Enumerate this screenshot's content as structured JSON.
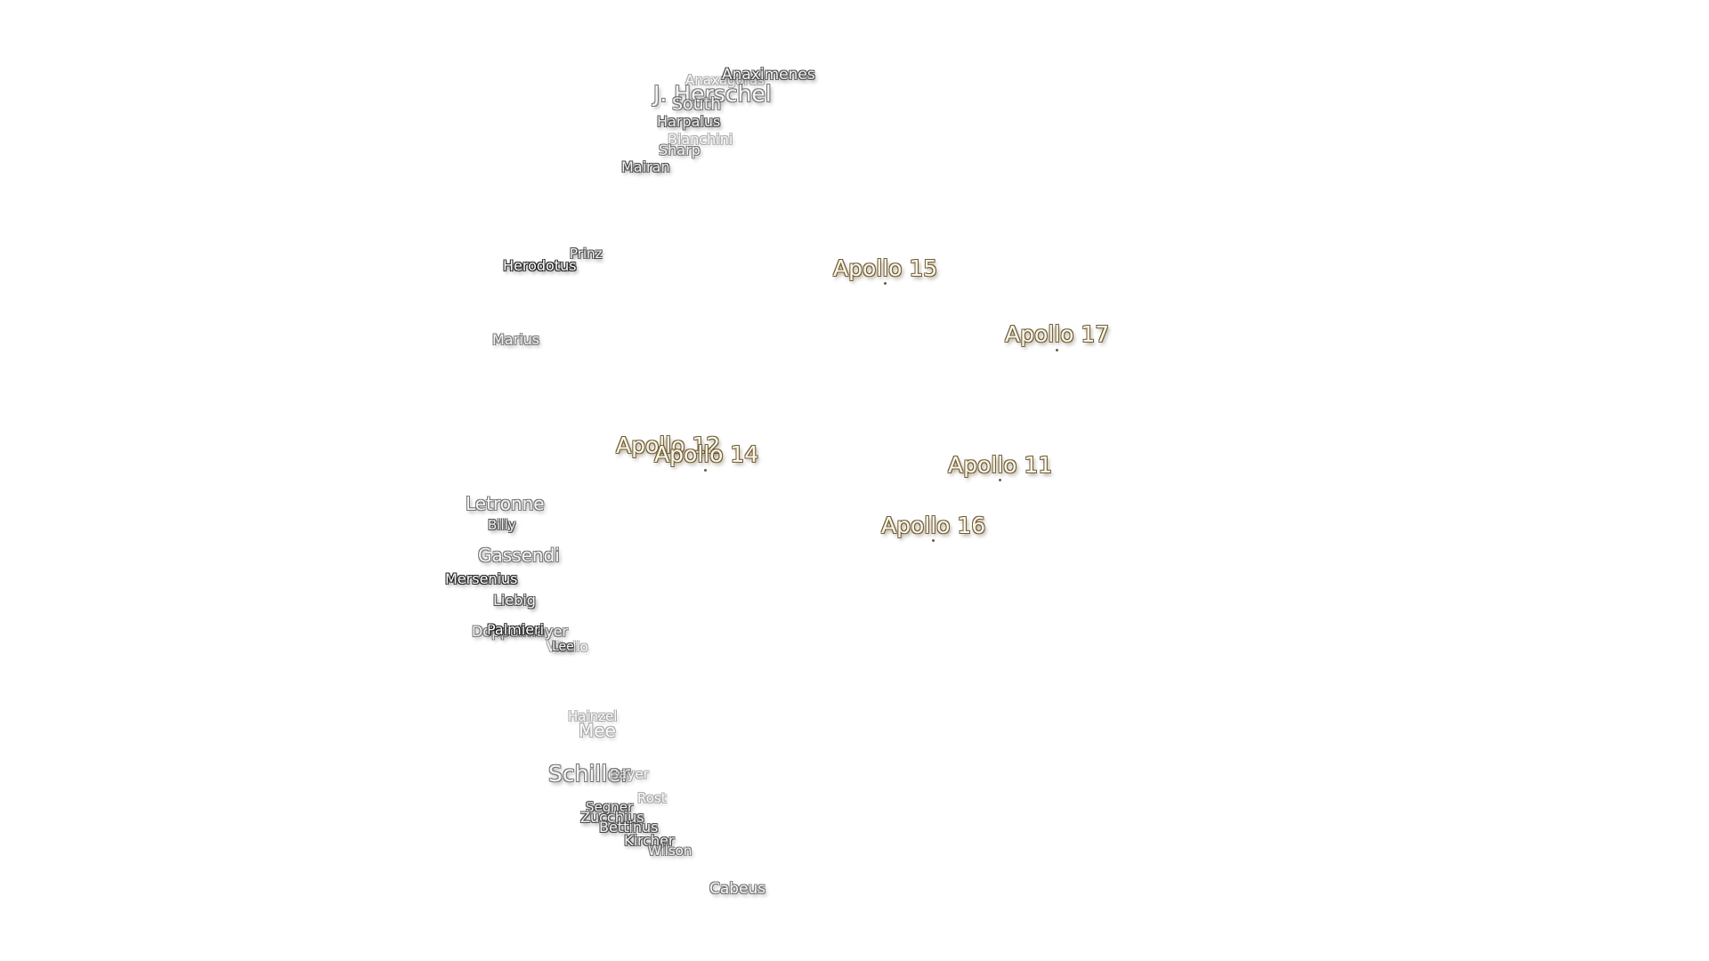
{
  "map": {
    "colors": {
      "background": "#ffffff",
      "crater_label": "#f2f2f2",
      "crater_outline": "#4a4a4a",
      "apollo_label": "#fff7e3",
      "apollo_outline": "#6e5e3e"
    },
    "apollo_sites": [
      {
        "key": "apollo15",
        "label": "Apollo 15"
      },
      {
        "key": "apollo17",
        "label": "Apollo 17"
      },
      {
        "key": "apollo12",
        "label": "Apollo 12"
      },
      {
        "key": "apollo14",
        "label": "Apollo 14"
      },
      {
        "key": "apollo11",
        "label": "Apollo 11"
      },
      {
        "key": "apollo16",
        "label": "Apollo 16"
      }
    ],
    "craters": {
      "anaximenes": "Anaximenes",
      "anaxagoras": "Anaxagoras",
      "j_herschel": "J. Herschel",
      "south": "South",
      "harpalus": "Harpalus",
      "bianchini": "Bianchini",
      "sharp": "Sharp",
      "mairan": "Mairan",
      "prinz": "Prinz",
      "herodotus": "Herodotus",
      "marius": "Marius",
      "letronne": "Letronne",
      "billy": "Billy",
      "gassendi": "Gassendi",
      "mersenius": "Mersenius",
      "liebig": "Liebig",
      "doppelmayer": "Doppelmayer",
      "palmieri": "Palmieri",
      "vitello": "Vitello",
      "lee": "Lee",
      "hainzel": "Hainzel",
      "mee": "Mee",
      "schiller": "Schiller",
      "bayer": "Bayer",
      "rost": "Rost",
      "segner": "Segner",
      "zucchius": "Zucchius",
      "bettinus": "Bettinus",
      "kircher": "Kircher",
      "wilson": "Wilson",
      "cabeus": "Cabeus"
    }
  }
}
